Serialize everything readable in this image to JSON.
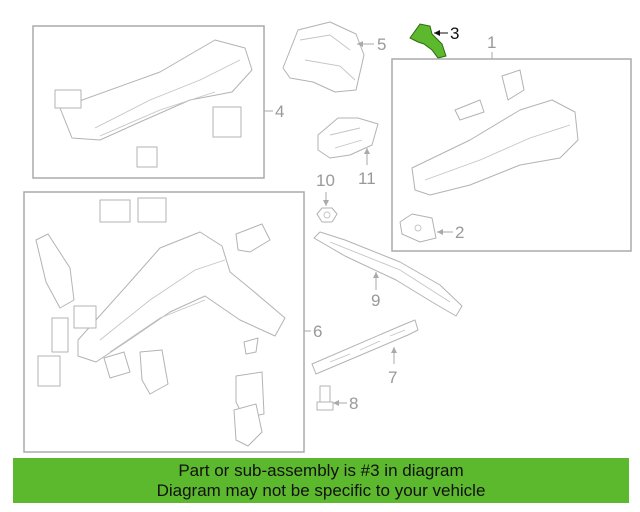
{
  "callouts": {
    "c1": "1",
    "c2": "2",
    "c3": "3",
    "c4": "4",
    "c5": "5",
    "c6": "6",
    "c7": "7",
    "c8": "8",
    "c9": "9",
    "c10": "10",
    "c11": "11"
  },
  "highlight_color": "#5cb82c",
  "banner": {
    "line1": "Part or sub-assembly is #3 in diagram",
    "line2": "Diagram may not be specific to your vehicle",
    "color": "#5cb82c"
  }
}
